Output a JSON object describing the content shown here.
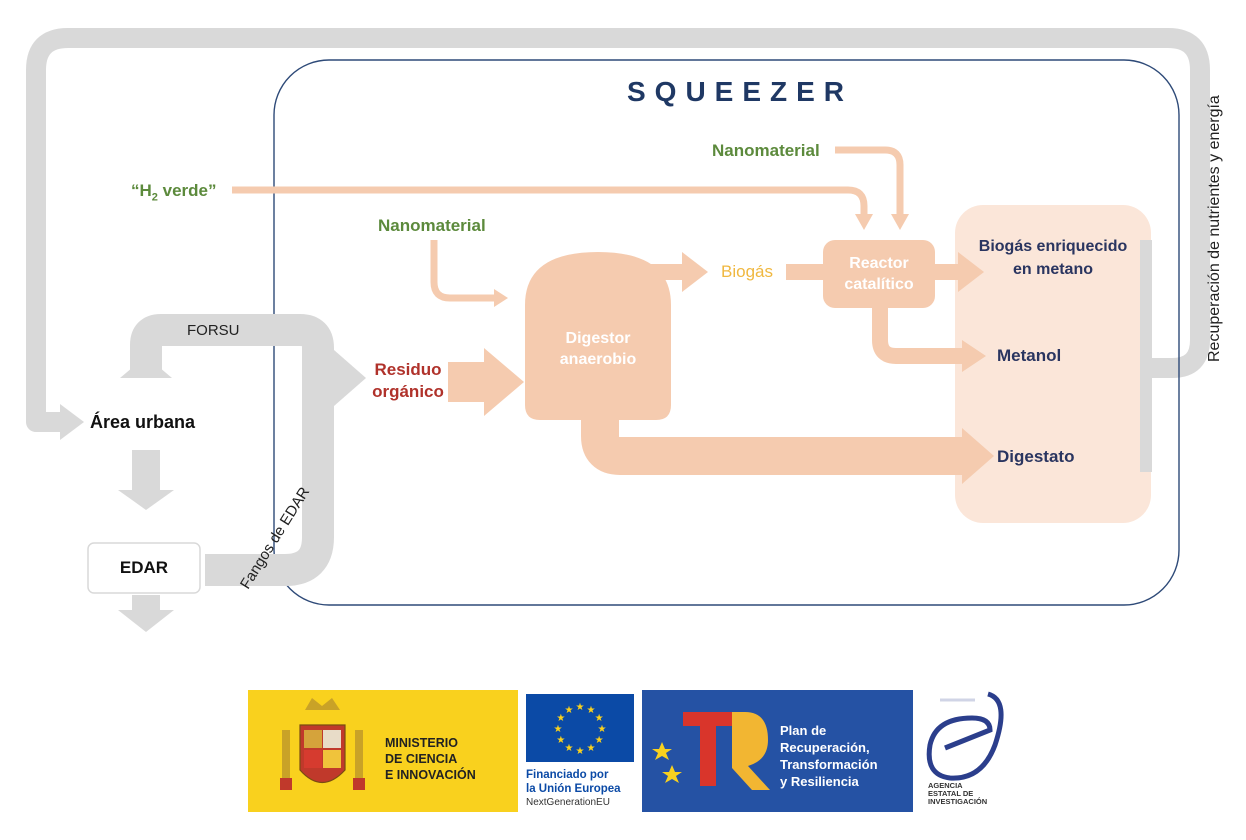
{
  "title": "SQUEEZER",
  "labels": {
    "h2_prefix": "“H",
    "h2_sub": "2",
    "h2_suffix": " verde”",
    "nanomaterial_top": "Nanomaterial",
    "nanomaterial_left": "Nanomaterial",
    "biogas": "Biogás",
    "reactor_line1": "Reactor",
    "reactor_line2": "catalítico",
    "digestor_line1": "Digestor",
    "digestor_line2": "anaerobio",
    "residuo_line1": "Residuo",
    "residuo_line2": "orgánico",
    "biogas_enriquecido_line1": "Biogás enriquecido",
    "biogas_enriquecido_line2": "en metano",
    "metanol": "Metanol",
    "digestato": "Digestato",
    "forsu": "FORSU",
    "area_urbana": "Área urbana",
    "edar": "EDAR",
    "fangos_edar": "Fangos de EDAR",
    "recuperacion": "Recuperación de nutrientes y energía"
  },
  "logos": {
    "ministerio_line1": "MINISTERIO",
    "ministerio_line2": "DE CIENCIA",
    "ministerio_line3": "E INNOVACIÓN",
    "eu_line1": "Financiado por",
    "eu_line2": "la Unión Europea",
    "eu_line3": "NextGenerationEU",
    "plan_line1": "Plan de",
    "plan_line2": "Recuperación,",
    "plan_line3": "Transformación",
    "plan_line4": "y Resiliencia",
    "agencia_line1": "AGENCIA",
    "agencia_line2": "ESTATAL DE",
    "agencia_line3": "INVESTIGACIÓN"
  },
  "colors": {
    "peach": "#f5cbaf",
    "peach_light": "#fbe6d9",
    "grey_arrow": "#d9d9d9",
    "border_navy": "#2e4a78",
    "title_navy": "#1f3864",
    "green": "#5c8a3c",
    "red": "#b0322b",
    "gold": "#f0b840",
    "ministerio_yellow": "#f9d11e",
    "eu_blue": "#0b4aa6",
    "plan_blue": "#2552a4"
  }
}
